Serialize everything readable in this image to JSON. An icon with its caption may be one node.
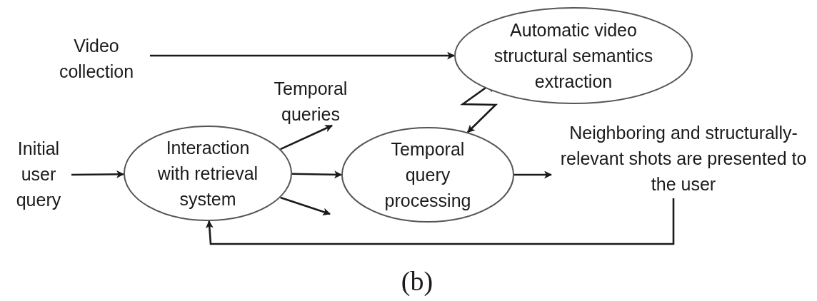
{
  "diagram": {
    "caption": "(b)",
    "nodes": [
      {
        "text": [
          "Video collection"
        ]
      },
      {
        "text": [
          "Automatic video structural semantics extraction"
        ]
      },
      {
        "text": [
          "Temporal queries"
        ]
      },
      {
        "text": [
          "Initial user query"
        ]
      },
      {
        "text": [
          "Interaction with retrieval system"
        ]
      },
      {
        "text": [
          "Temporal query processing"
        ]
      },
      {
        "text": [
          "Neighboring and structurally-relevant shots are presented to the user"
        ]
      }
    ],
    "edges": [
      {
        "from": 0,
        "to": 1,
        "arrow": "to"
      },
      {
        "from": 1,
        "to": 5,
        "arrow": "to"
      },
      {
        "from": 3,
        "to": 4,
        "arrow": "to"
      },
      {
        "from": 4,
        "to": 2,
        "arrow": "to"
      },
      {
        "from": 4,
        "to": 5,
        "arrow": "to"
      },
      {
        "from": 4,
        "to": null,
        "arrow": "to"
      },
      {
        "from": 5,
        "to": 6,
        "arrow": "to"
      },
      {
        "from": 6,
        "to": 4,
        "arrow": "to"
      }
    ]
  }
}
